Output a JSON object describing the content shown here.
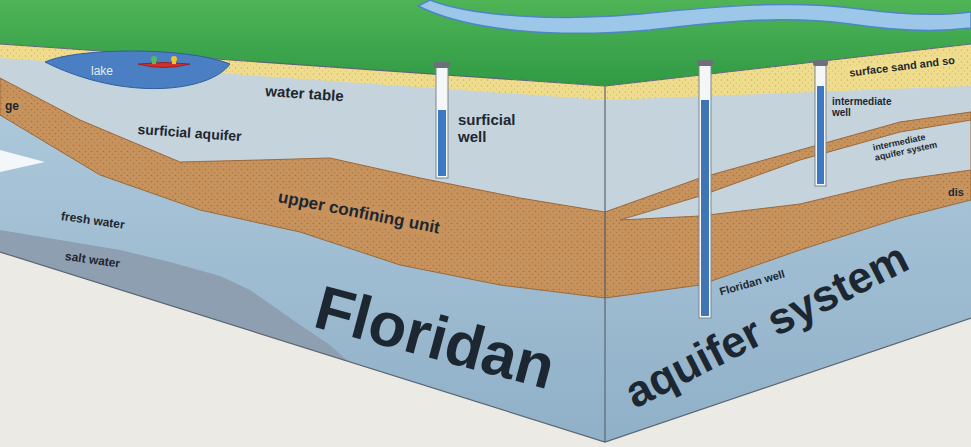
{
  "diagram": {
    "nodes": [
      {
        "text": [
          "lake"
        ]
      }
    ],
    "labels": [
      "ge",
      "water table",
      "surficial aquifer",
      "surficial well",
      "upper confining unit",
      "fresh water",
      "salt water",
      "Floridan",
      "surface sand and so",
      "intermediate well",
      "intermediate aquifer system",
      "dis",
      "Floridan well",
      "aquifer system"
    ]
  }
}
